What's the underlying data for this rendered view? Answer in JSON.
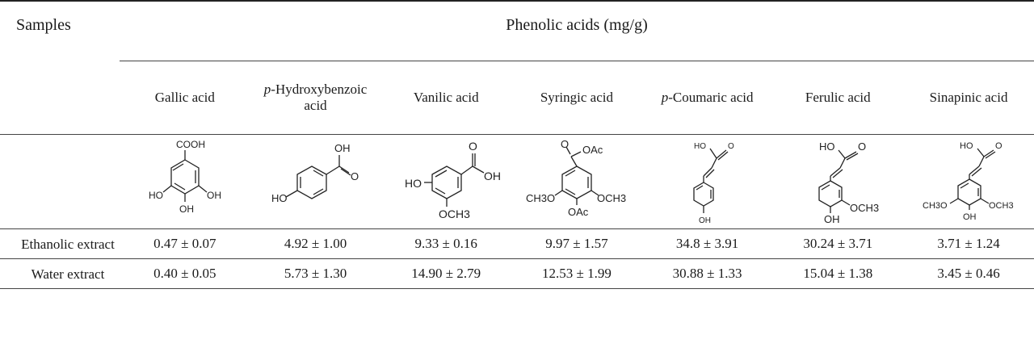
{
  "table": {
    "samples_header": "Samples",
    "group_header": "Phenolic acids (mg/g)",
    "acids": [
      {
        "prefix": "",
        "name": "Gallic acid"
      },
      {
        "prefix": "p",
        "name": "-Hydroxybenzoic acid"
      },
      {
        "prefix": "",
        "name": "Vanilic acid"
      },
      {
        "prefix": "",
        "name": "Syringic acid"
      },
      {
        "prefix": "p",
        "name": "-Coumaric acid"
      },
      {
        "prefix": "",
        "name": "Ferulic acid"
      },
      {
        "prefix": "",
        "name": "Sinapinic acid"
      }
    ],
    "structure_labels": {
      "gallic": {
        "cooh": "COOH",
        "ho_left": "HO",
        "oh_right": "OH",
        "oh_bottom": "OH"
      },
      "hydroxybenzoic": {
        "oh": "OH",
        "o": "O",
        "ho": "HO"
      },
      "vanilic": {
        "o": "O",
        "oh": "OH",
        "ho": "HO",
        "och3": "OCH3"
      },
      "syringic": {
        "o": "O",
        "oac_top": "OAc",
        "ch3o": "CH3O",
        "och3": "OCH3",
        "oac_bottom": "OAc"
      },
      "coumaric": {
        "ho": "HO",
        "o": "O",
        "oh": "OH"
      },
      "ferulic": {
        "ho": "HO",
        "o": "O",
        "och3": "OCH3",
        "oh": "OH"
      },
      "sinapinic": {
        "ho": "HO",
        "o": "O",
        "ch3o": "CH3O",
        "och3": "OCH3",
        "oh": "OH"
      }
    },
    "rows": [
      {
        "sample": "Ethanolic extract",
        "values": [
          "0.47 ± 0.07",
          "4.92 ± 1.00",
          "9.33 ± 0.16",
          "9.97 ± 1.57",
          "34.8 ± 3.91",
          "30.24 ± 3.71",
          "3.71 ± 1.24"
        ]
      },
      {
        "sample": "Water extract",
        "values": [
          "0.40 ± 0.05",
          "5.73 ± 1.30",
          "14.90 ± 2.79",
          "12.53 ± 1.99",
          "30.88 ± 1.33",
          "15.04 ± 1.38",
          "3.45 ± 0.46"
        ]
      }
    ]
  }
}
